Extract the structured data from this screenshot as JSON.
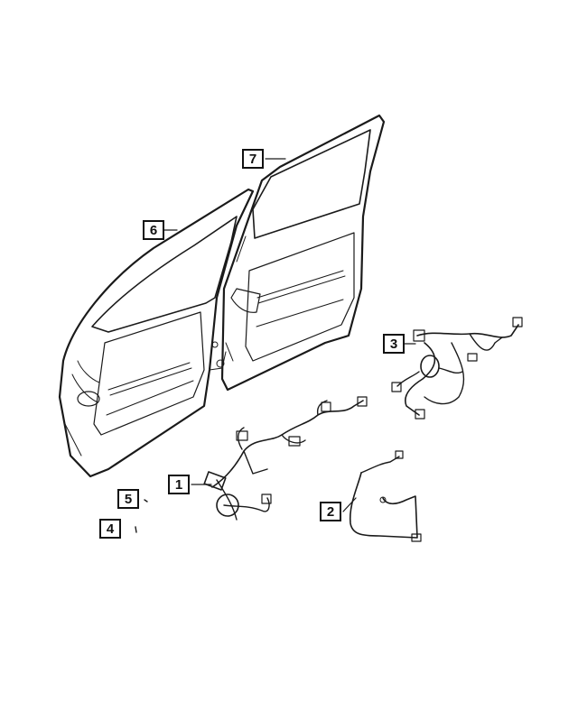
{
  "callouts": {
    "c1": "1",
    "c2": "2",
    "c3": "3",
    "c4": "4",
    "c5": "5",
    "c6": "6",
    "c7": "7"
  },
  "colors": {
    "ink": "#1a1a1a",
    "background": "#ffffff"
  }
}
